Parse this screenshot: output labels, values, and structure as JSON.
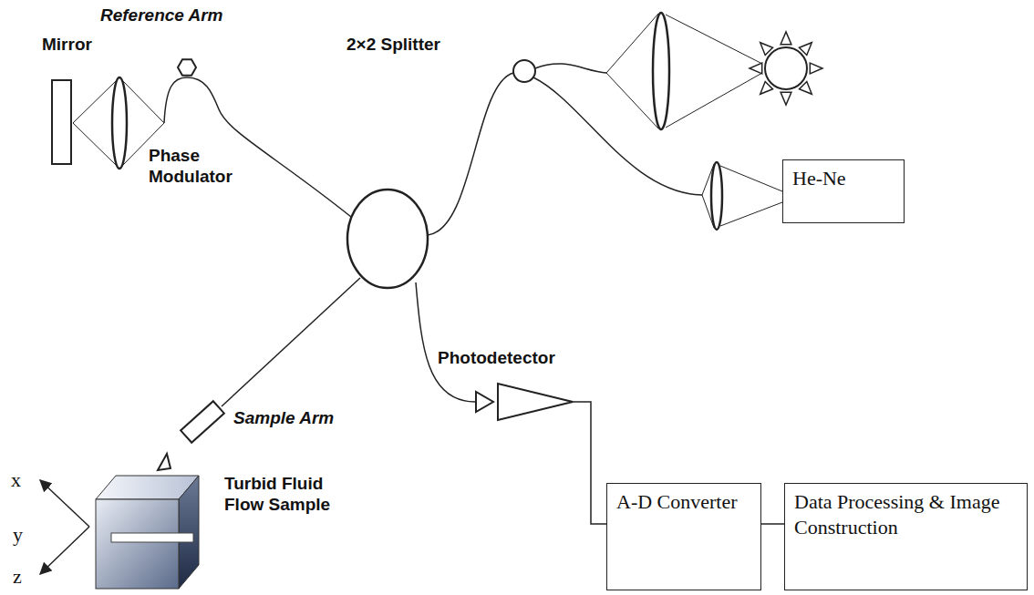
{
  "diagram": {
    "nodes": [
      {
        "text": [
          "He-Ne"
        ]
      },
      {
        "text": [
          "A-D Converter"
        ]
      },
      {
        "text": [
          "Data Processing & Image Construction"
        ]
      }
    ],
    "edges": [
      {
        "from": 1,
        "to": 2,
        "arrow": "none"
      }
    ],
    "labels": [
      "Reference Arm",
      "Mirror",
      "Phase Modulator",
      "2×2 Splitter",
      "Photodetector",
      "Sample Arm",
      "Turbid Fluid Flow Sample",
      "x",
      "y",
      "z"
    ]
  }
}
